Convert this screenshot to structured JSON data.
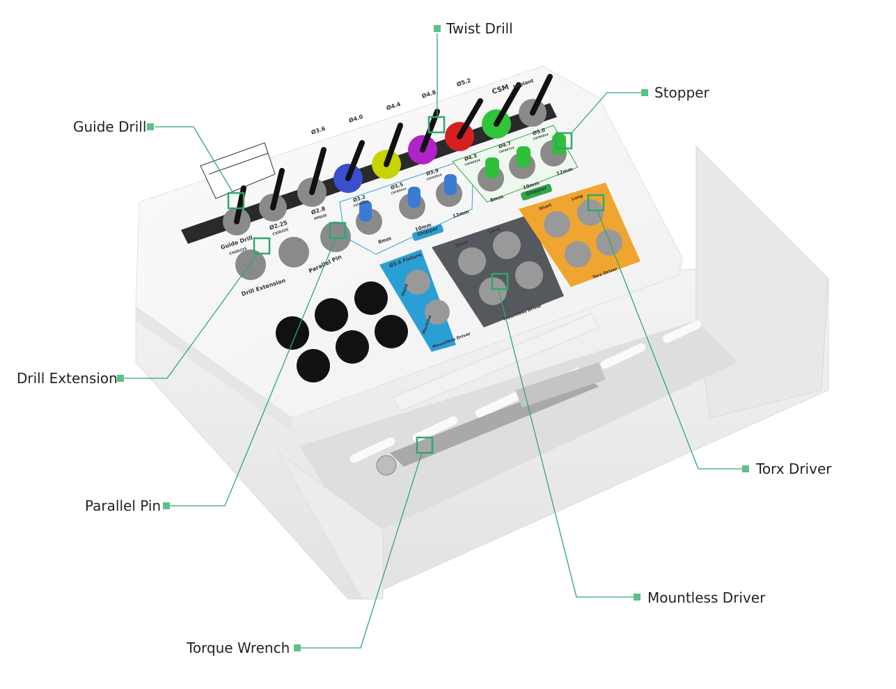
{
  "colors": {
    "accent": "#2fa86a",
    "marker": "#5cc08a",
    "blue_stopper": "#3a7bd5",
    "green_stopper": "#2fbf3a",
    "fixture_panel": "#2a9fd6",
    "mountless_panel": "#55585c",
    "torx_panel": "#f0a530"
  },
  "callouts": [
    {
      "id": "twist-drill",
      "label": "Twist Drill"
    },
    {
      "id": "stopper",
      "label": "Stopper"
    },
    {
      "id": "guide-drill",
      "label": "Guide Drill"
    },
    {
      "id": "drill-extension",
      "label": "Drill Extension"
    },
    {
      "id": "parallel-pin",
      "label": "Parallel Pin"
    },
    {
      "id": "torque-wrench",
      "label": "Torque Wrench"
    },
    {
      "id": "mountless-driver",
      "label": "Mountless Driver"
    },
    {
      "id": "torx-driver",
      "label": "Torx Driver"
    }
  ],
  "tray": {
    "brand": "CSM",
    "brand_sub": "Implant",
    "drill_sizes": [
      "Ø3.6",
      "Ø4.0",
      "Ø4.4",
      "Ø4.8",
      "Ø5.2"
    ],
    "guide_drill": "Guide Drill",
    "guide_drill_code": "CSGD225",
    "d225": "Ø2.25",
    "d225_code": "CSID225",
    "d28": "Ø2.8",
    "d28_code": "PPD28",
    "drill_extension": "Drill Extension",
    "parallel_pin": "Parallel Pin",
    "blue_stoppers": [
      {
        "size": "Ø3.2",
        "code": "CSFD3214"
      },
      {
        "size": "Ø3.5",
        "code": "CSFD3514"
      },
      {
        "size": "Ø3.9",
        "code": "CSFD3914"
      }
    ],
    "green_stoppers": [
      {
        "size": "Ø4.3",
        "code": "CSFD4314"
      },
      {
        "size": "Ø4.7",
        "code": "CSFD4714"
      },
      {
        "size": "Ø5.0",
        "code": "CSFD5014"
      }
    ],
    "lengths": [
      "8mm",
      "10mm",
      "12mm"
    ],
    "stopper_tag": "Stopper",
    "fixture_tag": "Ø3.6 Fixture",
    "hand": "Hand",
    "machine": "Machine",
    "short": "Short",
    "long": "Long",
    "mountless_driver": "Mountless Driver",
    "torx_driver": "Torx Driver"
  }
}
